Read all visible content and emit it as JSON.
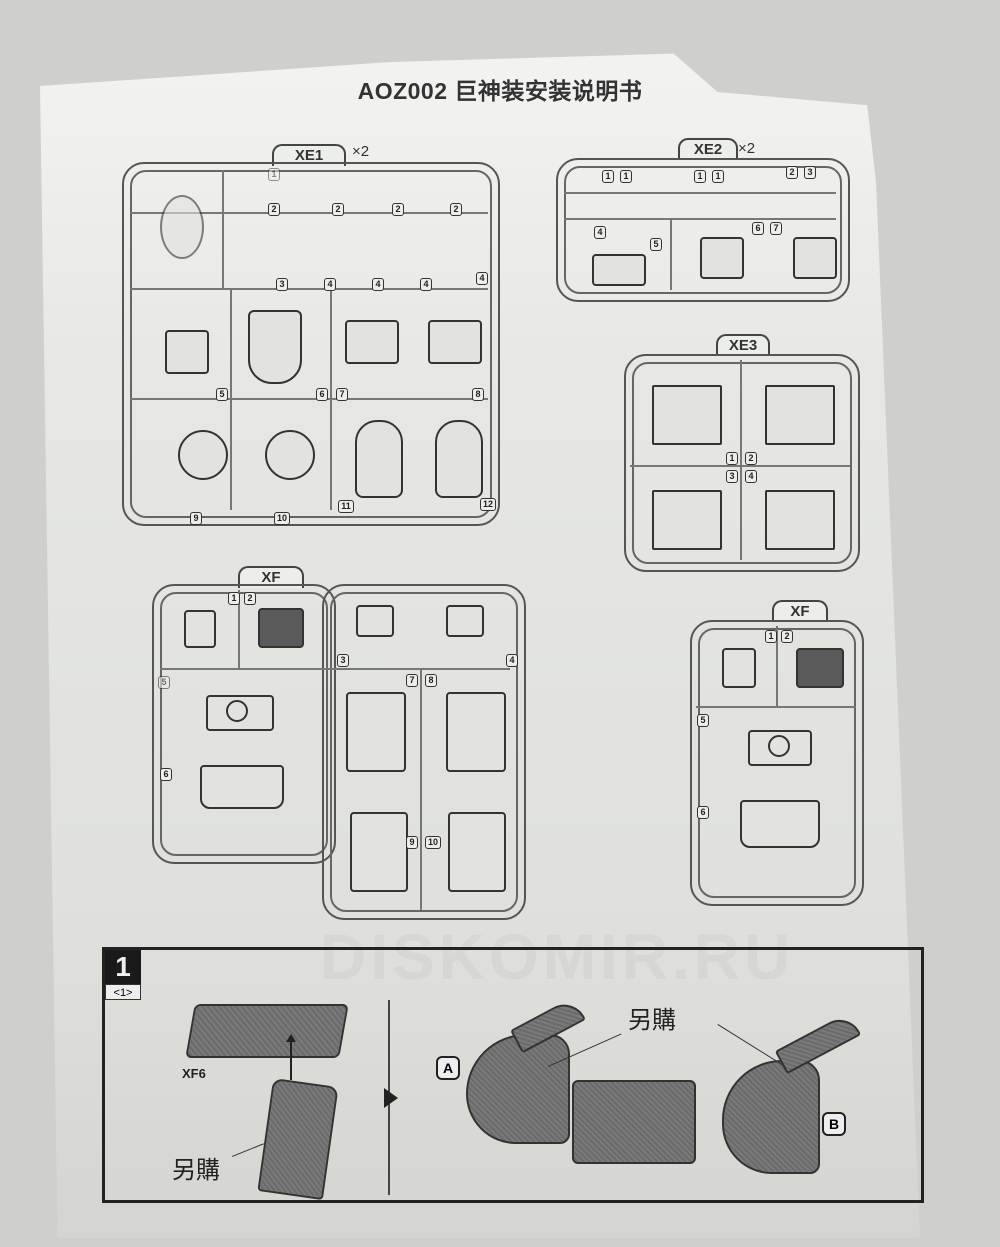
{
  "document": {
    "title": "AOZ002 巨神装安装说明书"
  },
  "sprues": [
    {
      "name": "XE1",
      "multiplier": "×2",
      "part_numbers": [
        "1",
        "2",
        "2",
        "2",
        "2",
        "3",
        "4",
        "4",
        "4",
        "4",
        "5",
        "6",
        "7",
        "8",
        "9",
        "10",
        "11",
        "12"
      ]
    },
    {
      "name": "XE2",
      "multiplier": "×2",
      "part_numbers": [
        "1",
        "1",
        "1",
        "1",
        "2",
        "3",
        "4",
        "5",
        "6",
        "7"
      ]
    },
    {
      "name": "XE3",
      "multiplier": "",
      "part_numbers": [
        "1",
        "2",
        "3",
        "4"
      ]
    },
    {
      "name": "XF",
      "multiplier": "",
      "part_numbers": [
        "1",
        "2",
        "3",
        "4",
        "5",
        "6",
        "7",
        "8",
        "9",
        "10"
      ]
    },
    {
      "name": "XF",
      "multiplier": "",
      "part_numbers": [
        "1",
        "2",
        "5",
        "6"
      ]
    }
  ],
  "step": {
    "number": "1",
    "sub": "<1>",
    "part_label": "XF6",
    "sold_separately": "另購",
    "callout_a": "A",
    "callout_b": "B"
  },
  "watermark": "DISKOMIR.RU"
}
